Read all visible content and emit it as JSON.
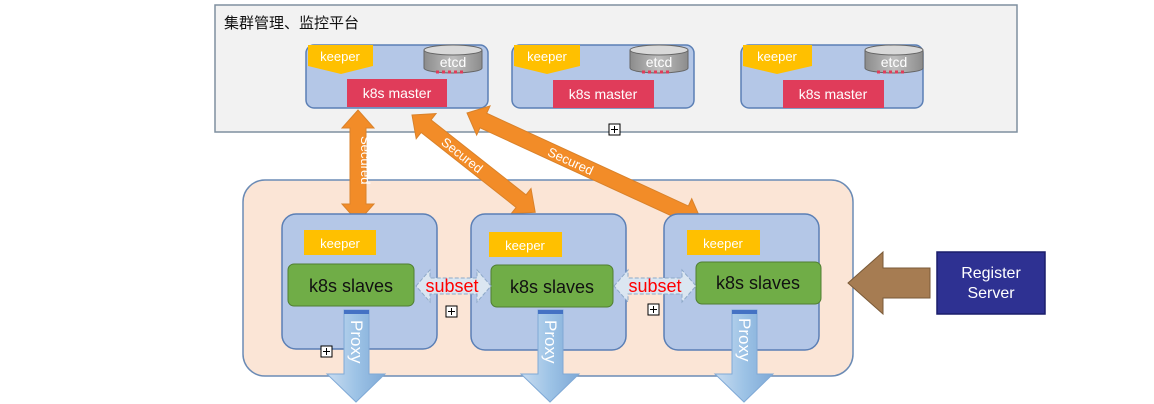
{
  "cluster_mgmt": {
    "title": "集群管理、监控平台",
    "masters": [
      {
        "keeper_label": "keeper",
        "etcd_label": "etcd",
        "master_label": "k8s master"
      },
      {
        "keeper_label": "keeper",
        "etcd_label": "etcd",
        "master_label": "k8s master"
      },
      {
        "keeper_label": "keeper",
        "etcd_label": "etcd",
        "master_label": "k8s master"
      }
    ]
  },
  "links": {
    "secured_label": "Secured",
    "subset_label": "subset"
  },
  "slave_group": {
    "nodes": [
      {
        "keeper_label": "keeper",
        "slaves_label": "k8s slaves",
        "proxy_label": "Proxy"
      },
      {
        "keeper_label": "keeper",
        "slaves_label": "k8s slaves",
        "proxy_label": "Proxy"
      },
      {
        "keeper_label": "keeper",
        "slaves_label": "k8s slaves",
        "proxy_label": "Proxy"
      }
    ]
  },
  "register_server": {
    "label_line1": "Register",
    "label_line2": "Server"
  },
  "colors": {
    "panel_bg": "#f2f2f2",
    "panel_border": "#7f8f9f",
    "node_fill": "#b4c7e7",
    "node_border": "#5b7fb5",
    "keeper_fill": "#ffc000",
    "master_fill": "#e03c5a",
    "etcd_fill": "#a6a6a6",
    "slaves_fill": "#70ad47",
    "group_bg": "#fbe5d6",
    "secured_arrow": "#f28c28",
    "proxy_arrow": "#9dc3e6",
    "subset_text": "#ff0000",
    "register_fill": "#2e3192",
    "register_arrow": "#a67c52"
  }
}
